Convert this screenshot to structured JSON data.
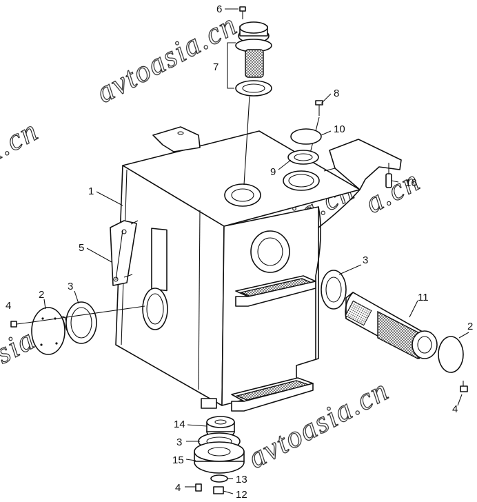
{
  "watermark": "avtoasia.cn",
  "callouts": {
    "c1": "1",
    "c2a": "2",
    "c2b": "2",
    "c3a": "3",
    "c3b": "3",
    "c3c": "3",
    "c4a": "4",
    "c4b": "4",
    "c4c": "4",
    "c5": "5",
    "c6": "6",
    "c7": "7",
    "c8": "8",
    "c9": "9",
    "c10": "10",
    "c11": "11",
    "c12": "12",
    "c13": "13",
    "c14": "14",
    "c15": "15",
    "c16": "16"
  }
}
